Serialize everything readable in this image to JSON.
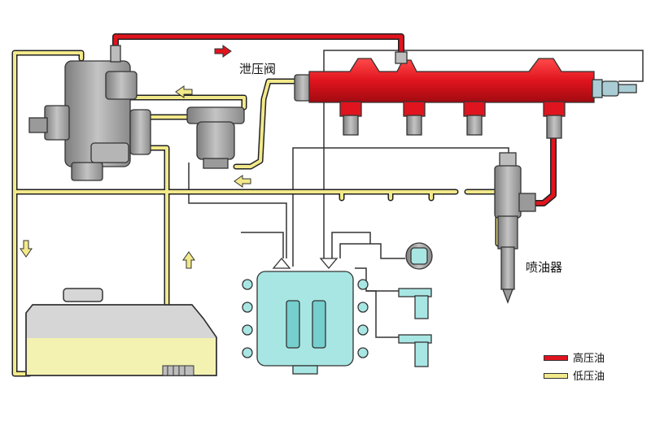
{
  "labels": {
    "relief_valve": "泄压阀",
    "injector": "喷油器"
  },
  "legend": {
    "items": [
      {
        "text": "高压油",
        "color": "#e0141e"
      },
      {
        "text": "低压油",
        "color": "#f2e98a"
      }
    ]
  },
  "colors": {
    "high_pressure": "#e0141e",
    "low_pressure": "#f2e98a",
    "line_outline": "#222222",
    "ecu_body": "#a8e6e4",
    "component_gray": "#a8a8a8",
    "tank_fuel": "#f4f2b0",
    "tank_body": "#d6d6d6",
    "arrow_yellow": "#f2e98a",
    "arrow_red": "#e0141e"
  },
  "icons": {
    "pump": "high-pressure-pump-icon",
    "filter": "fuel-filter-icon",
    "rail": "common-rail-icon",
    "injector": "fuel-injector-icon",
    "ecu": "ecu-module-icon",
    "tank": "fuel-tank-icon",
    "sensor": "sensor-icon"
  }
}
